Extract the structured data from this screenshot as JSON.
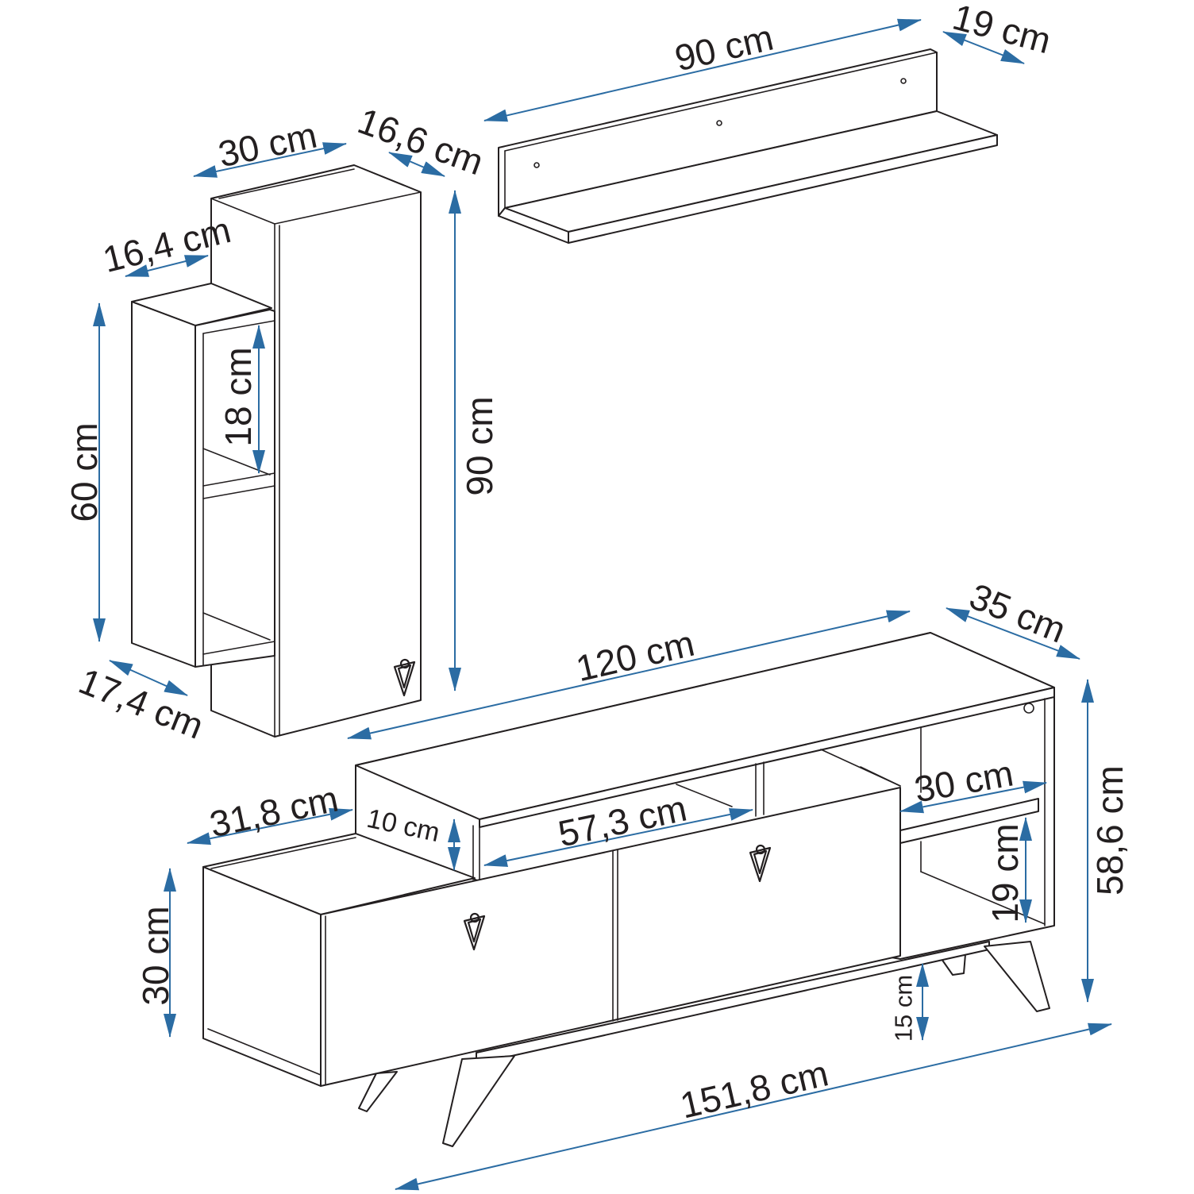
{
  "colors": {
    "dimension": "#2b6ca3",
    "outline": "#231f20"
  },
  "wall_shelf": {
    "width_label": "90 cm",
    "depth_label": "19 cm"
  },
  "tall_cabinet": {
    "width_label": "30 cm",
    "depth_label": "16,6 cm",
    "height_label": "90 cm"
  },
  "side_shelf_unit": {
    "top_depth_label": "16,4 cm",
    "height_label": "60 cm",
    "shelf_gap_label": "18 cm",
    "bottom_depth_label": "17,4 cm"
  },
  "tv_unit": {
    "top_width_label": "120 cm",
    "top_depth_label": "35 cm",
    "total_height_label": "58,6 cm",
    "left_depth_label": "31,8 cm",
    "raised_height_label": "10 cm",
    "opening_width_label": "57,3 cm",
    "shelf_depth_label": "30 cm",
    "shelf_gap_label": "19 cm",
    "left_height_label": "30 cm",
    "leg_height_label": "15 cm",
    "total_width_label": "151,8 cm"
  }
}
